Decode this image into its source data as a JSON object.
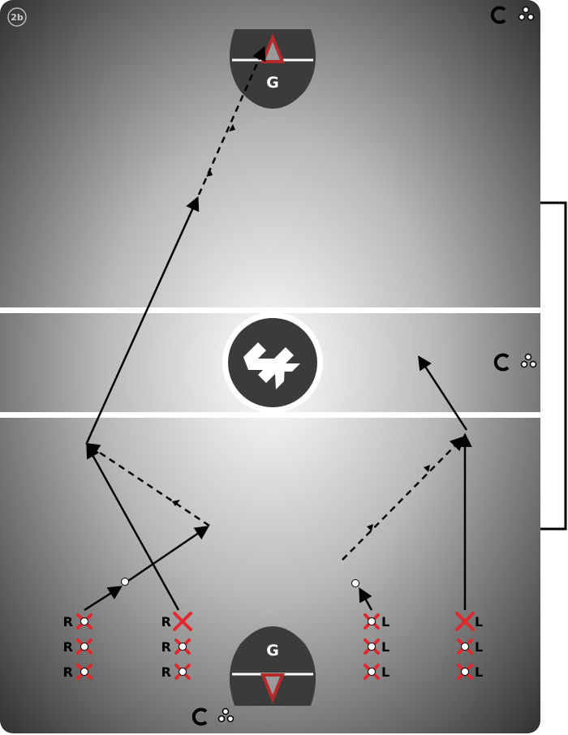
{
  "drill": {
    "badge": "2b",
    "goal_label_top": "G",
    "goal_label_bottom": "G",
    "player_labels": {
      "left_column": [
        "R",
        "R",
        "R"
      ],
      "second_column": [
        "R",
        "R",
        "R"
      ],
      "third_column": [
        "L",
        "L",
        "L"
      ],
      "right_column": [
        "L",
        "L",
        "L"
      ]
    },
    "coach_icons": [
      "coach-top-right",
      "coach-right",
      "coach-bottom"
    ]
  },
  "colors": {
    "field_center": "#ffffff",
    "field_edge": "#3a3a3a",
    "goal_fill": "#3b3b3b",
    "player_x": "#e0282e",
    "line": "#000000",
    "white_line": "#ffffff",
    "triangle": "#b22a2a"
  }
}
